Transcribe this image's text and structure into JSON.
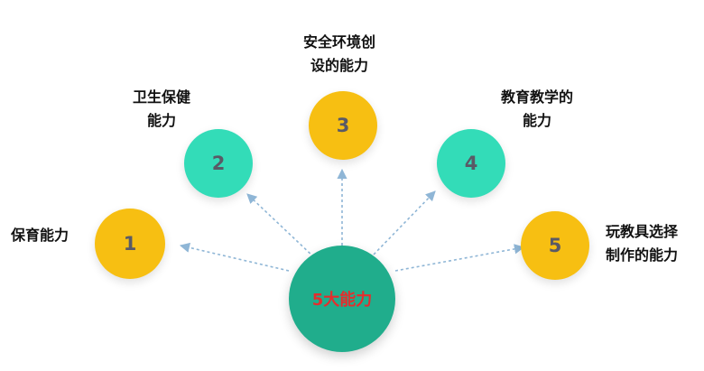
{
  "center": {
    "label": "5大能力"
  },
  "nodes": [
    {
      "number": "1",
      "label_lines": [
        "保育能力"
      ]
    },
    {
      "number": "2",
      "label_lines": [
        "卫生保健",
        "能力"
      ]
    },
    {
      "number": "3",
      "label_lines": [
        "安全环境创",
        "设的能力"
      ]
    },
    {
      "number": "4",
      "label_lines": [
        "教育教学的",
        "能力"
      ]
    },
    {
      "number": "5",
      "label_lines": [
        "玩教具选择",
        "制作的能力"
      ]
    }
  ],
  "colors": {
    "yellow": "#f7bf12",
    "teal": "#33dcb8",
    "center": "#20ad8c",
    "center_text": "#e52d2d",
    "arrow": "#8fb6d6"
  }
}
